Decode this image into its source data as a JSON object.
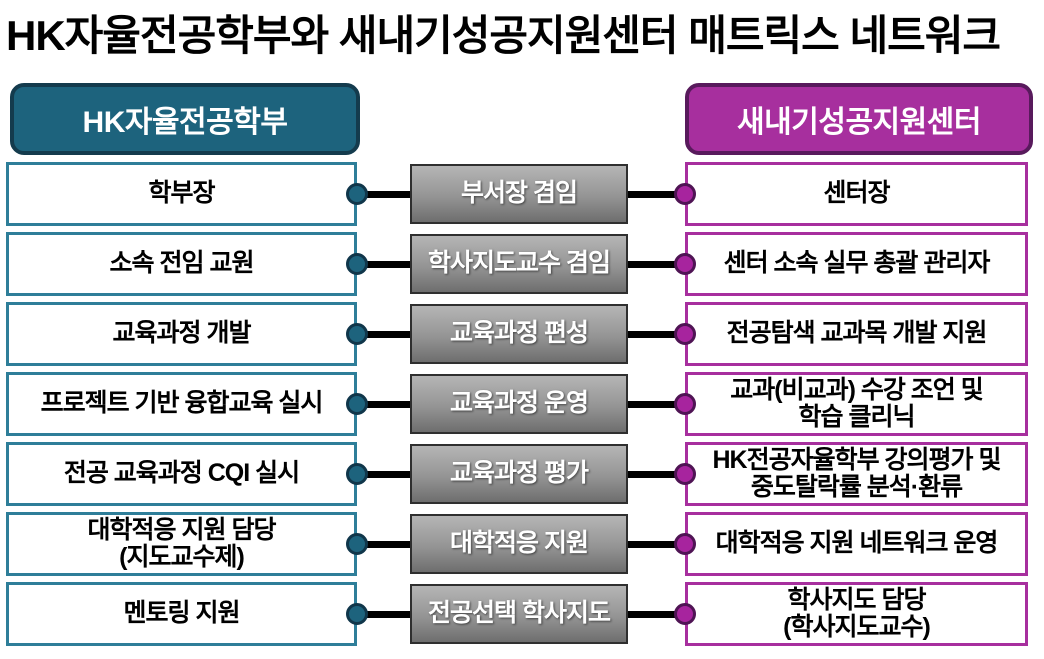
{
  "title": "HK자율전공학부와 새내기성공지원센터 매트릭스 네트워크",
  "left_header": "HK자율전공학부",
  "right_header": "새내기성공지원센터",
  "colors": {
    "left_accent": "#1d637d",
    "left_accent_dark": "#143b4d",
    "right_accent": "#a72f9e",
    "right_accent_dark": "#581a5c",
    "middle_gray": "#949494",
    "connector": "#000000"
  },
  "rows": [
    {
      "left": "학부장",
      "middle": "부서장 겸임",
      "right": "센터장"
    },
    {
      "left": "소속 전임 교원",
      "middle": "학사지도교수 겸임",
      "right": "센터 소속 실무 총괄 관리자"
    },
    {
      "left": "교육과정 개발",
      "middle": "교육과정 편성",
      "right": "전공탐색 교과목 개발 지원"
    },
    {
      "left": "프로젝트 기반 융합교육 실시",
      "middle": "교육과정 운영",
      "right": "교과(비교과) 수강 조언 및\n학습 클리닉"
    },
    {
      "left": "전공 교육과정 CQI 실시",
      "middle": "교육과정 평가",
      "right": "HK전공자율학부 강의평가 및\n중도탈락률 분석·환류"
    },
    {
      "left": "대학적응 지원 담당\n(지도교수제)",
      "middle": "대학적응 지원",
      "right": "대학적응 지원 네트워크 운영"
    },
    {
      "left": "멘토링 지원",
      "middle": "전공선택 학사지도",
      "right": "학사지도 담당\n(학사지도교수)"
    }
  ]
}
